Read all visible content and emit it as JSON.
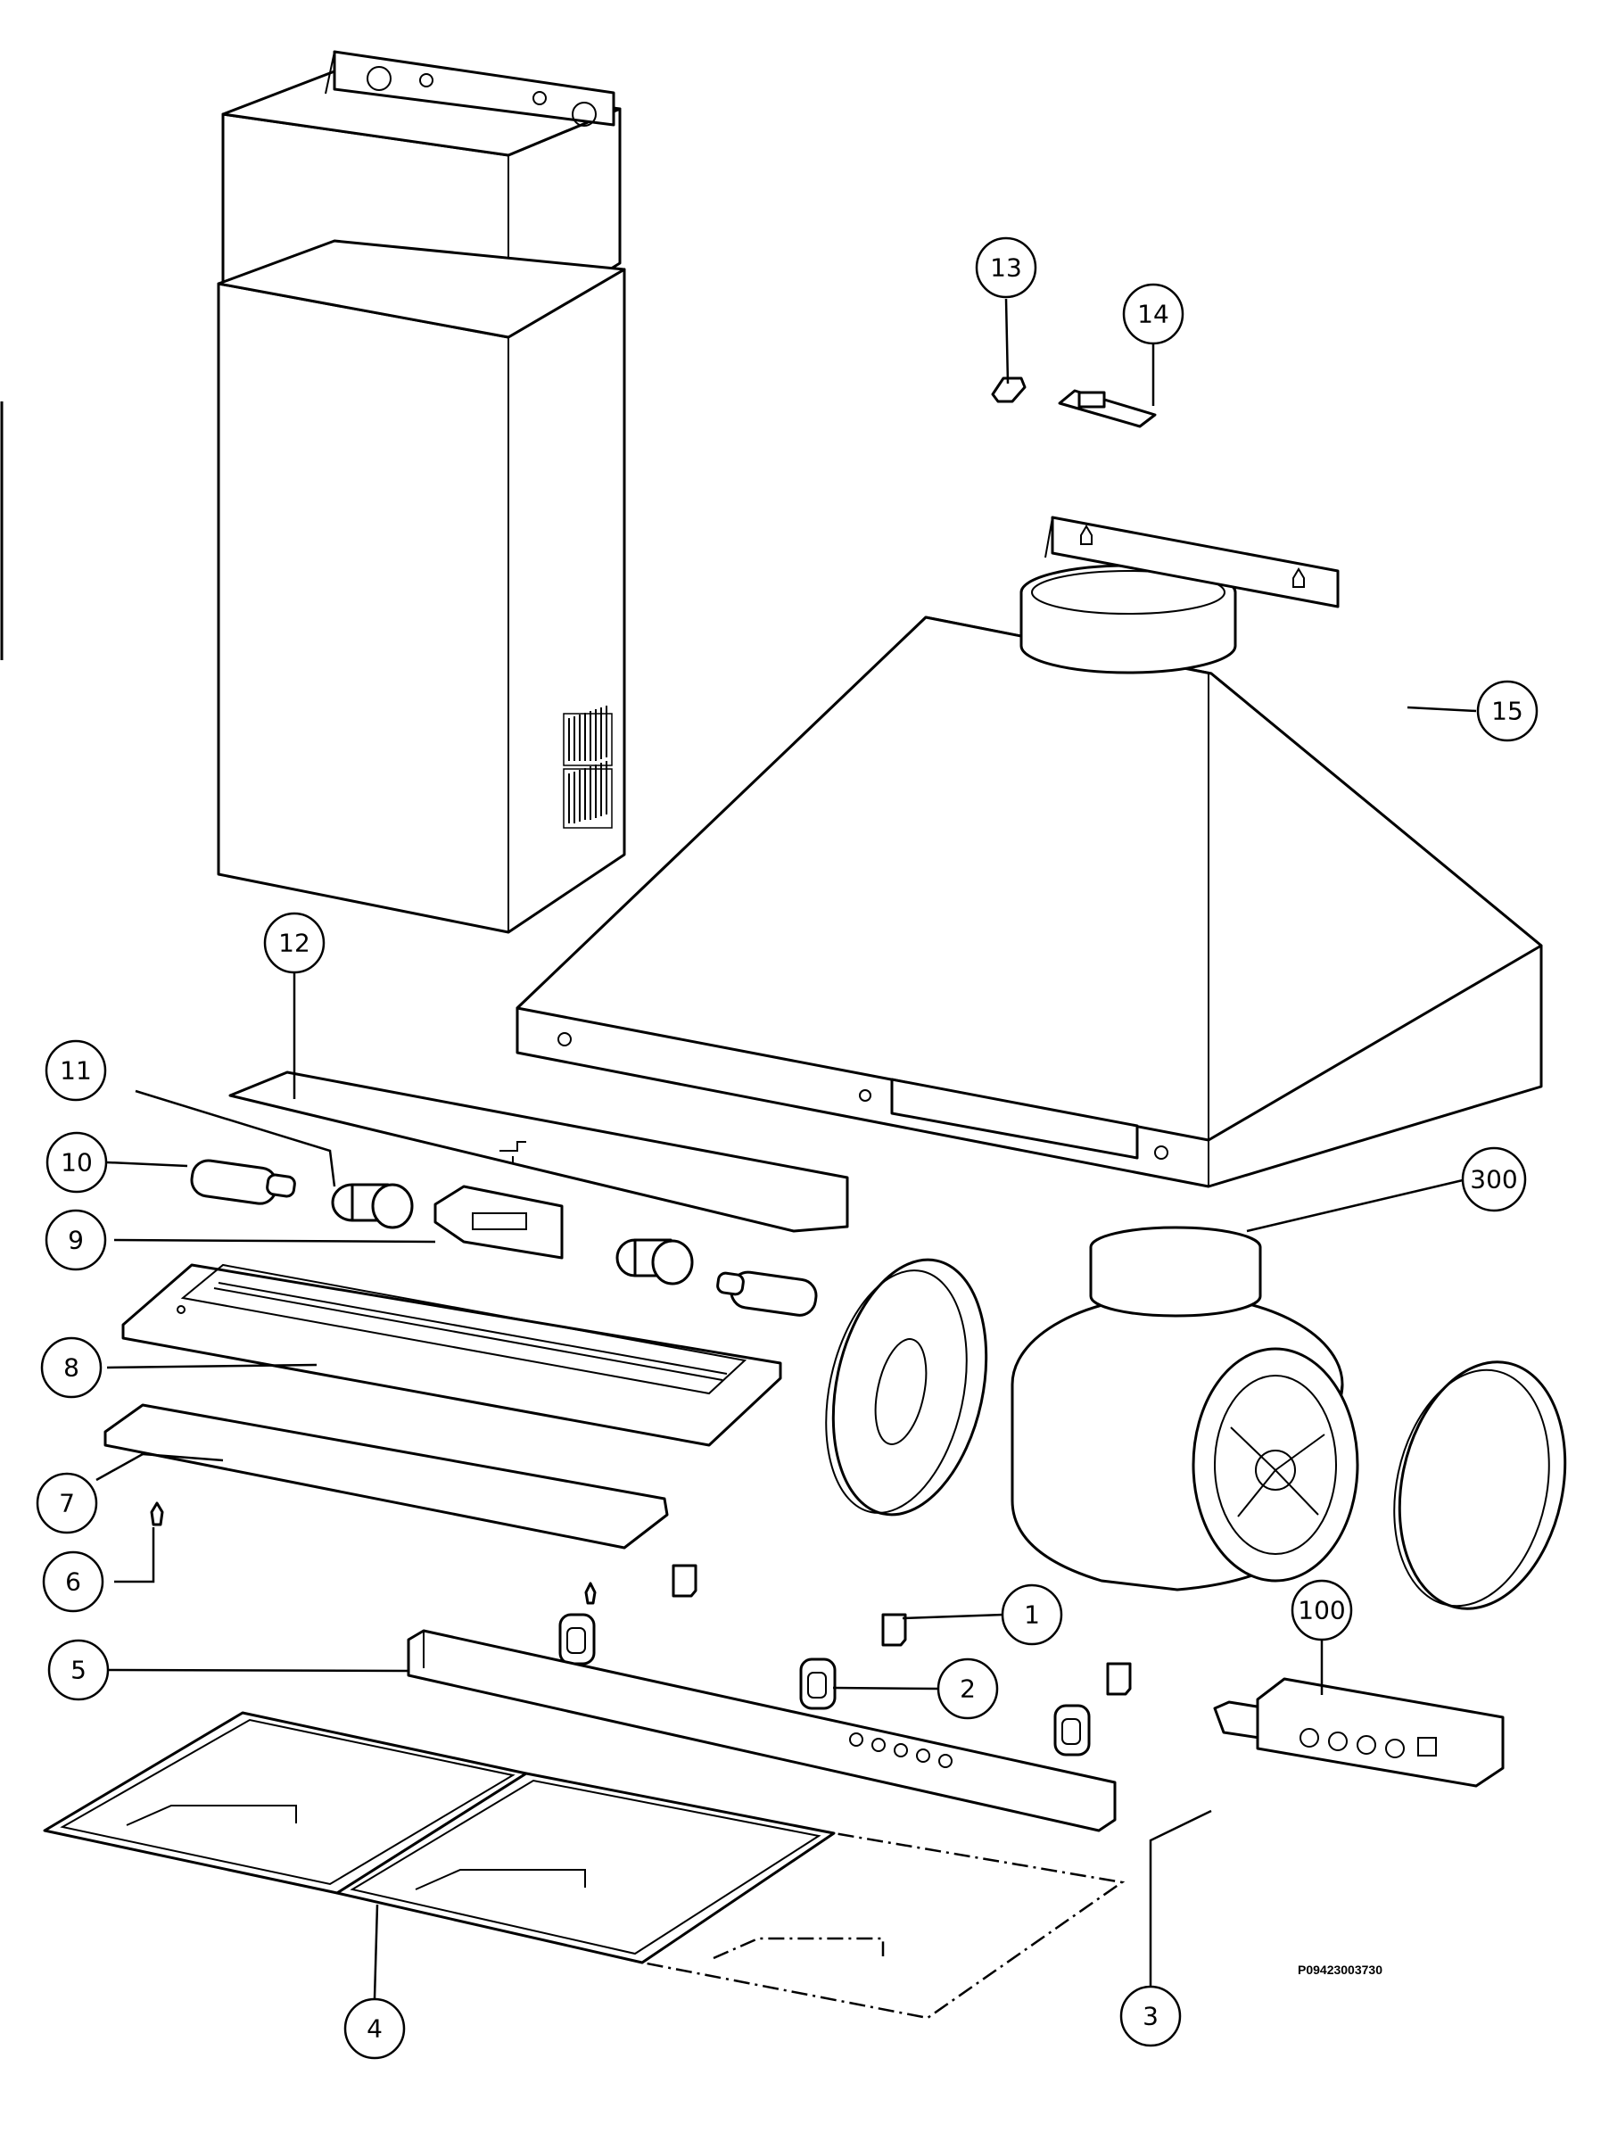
{
  "callouts": [
    {
      "id": "c1",
      "label": "1"
    },
    {
      "id": "c2",
      "label": "2"
    },
    {
      "id": "c3",
      "label": "3"
    },
    {
      "id": "c4",
      "label": "4"
    },
    {
      "id": "c5",
      "label": "5"
    },
    {
      "id": "c6",
      "label": "6"
    },
    {
      "id": "c7",
      "label": "7"
    },
    {
      "id": "c8",
      "label": "8"
    },
    {
      "id": "c9",
      "label": "9"
    },
    {
      "id": "c10",
      "label": "10"
    },
    {
      "id": "c11",
      "label": "11"
    },
    {
      "id": "c12",
      "label": "12"
    },
    {
      "id": "c13",
      "label": "13"
    },
    {
      "id": "c14",
      "label": "14"
    },
    {
      "id": "c15",
      "label": "15"
    },
    {
      "id": "c100",
      "label": "100"
    },
    {
      "id": "c300",
      "label": "300"
    }
  ],
  "document_number": "P09423003730"
}
